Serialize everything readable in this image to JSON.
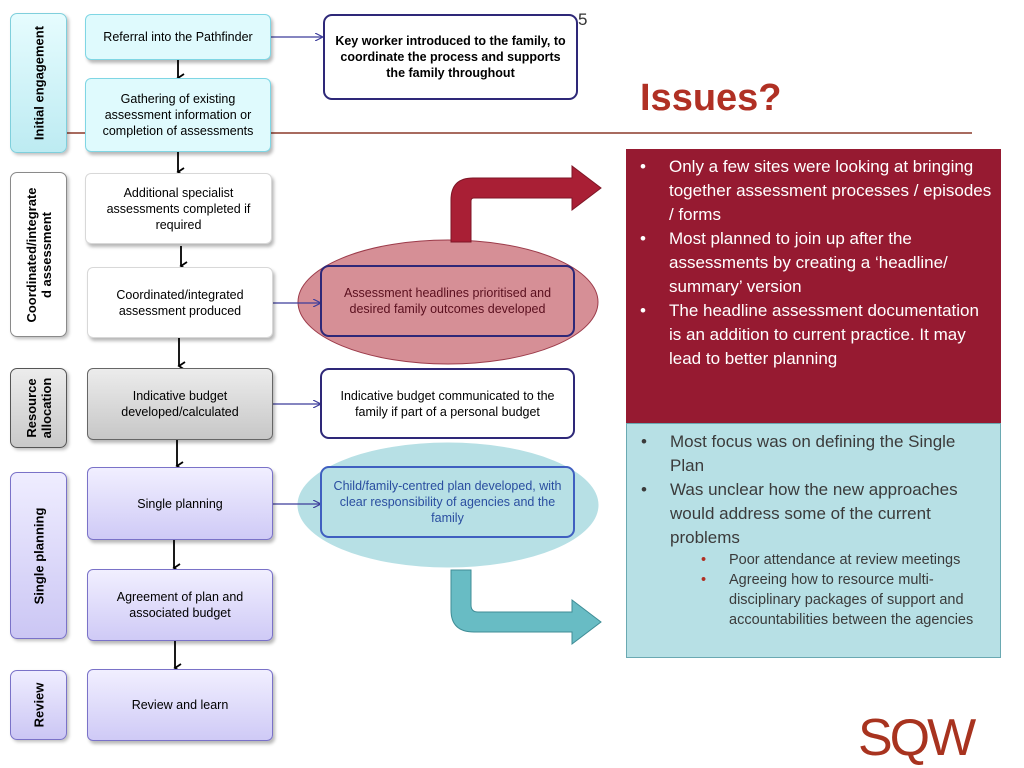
{
  "slide_number": "5",
  "title": "Issues?",
  "logo_text": "SQW",
  "stages": {
    "initial": "Initial engagement",
    "coordinated": "Coordinated/integrate\nd assessment",
    "resource": "Resource\nallocation",
    "single": "Single planning",
    "review": "Review"
  },
  "process_boxes": {
    "referral": "Referral into the Pathfinder",
    "gathering": "Gathering of existing assessment information or completion of assessments",
    "additional": "Additional specialist assessments completed if required",
    "coordinated": "Coordinated/integrated assessment produced",
    "budget": "Indicative budget developed/calculated",
    "single_planning": "Single planning",
    "agreement": "Agreement of plan and associated budget",
    "review_learn": "Review and learn"
  },
  "callouts": {
    "key_worker": "Key worker introduced to the family, to coordinate the process and supports the family throughout",
    "headlines": "Assessment headlines prioritised and desired family outcomes developed",
    "budget_comm": "Indicative budget communicated to the family if part of a personal budget",
    "child_plan": "Child/family-centred plan developed, with clear responsibility of agencies and the family"
  },
  "issues_red": [
    "Only a few sites were looking at bringing together assessment processes / episodes / forms",
    "Most planned to join up after the assessments  by creating a ‘headline/ summary’ version",
    "The headline assessment documentation is an addition to current practice.  It may lead to better planning"
  ],
  "issues_teal": [
    "Most focus was on defining the Single Plan",
    "Was unclear how the new approaches would address some of the current problems"
  ],
  "issues_teal_sub": [
    "Poor attendance at review meetings",
    "Agreeing how to resource multi-disciplinary packages of support and accountabilities between the agencies"
  ],
  "colors": {
    "title": "#b03024",
    "red_panel": "#961a31",
    "teal_panel": "#b7e0e5",
    "divider": "#8b3a2a"
  }
}
